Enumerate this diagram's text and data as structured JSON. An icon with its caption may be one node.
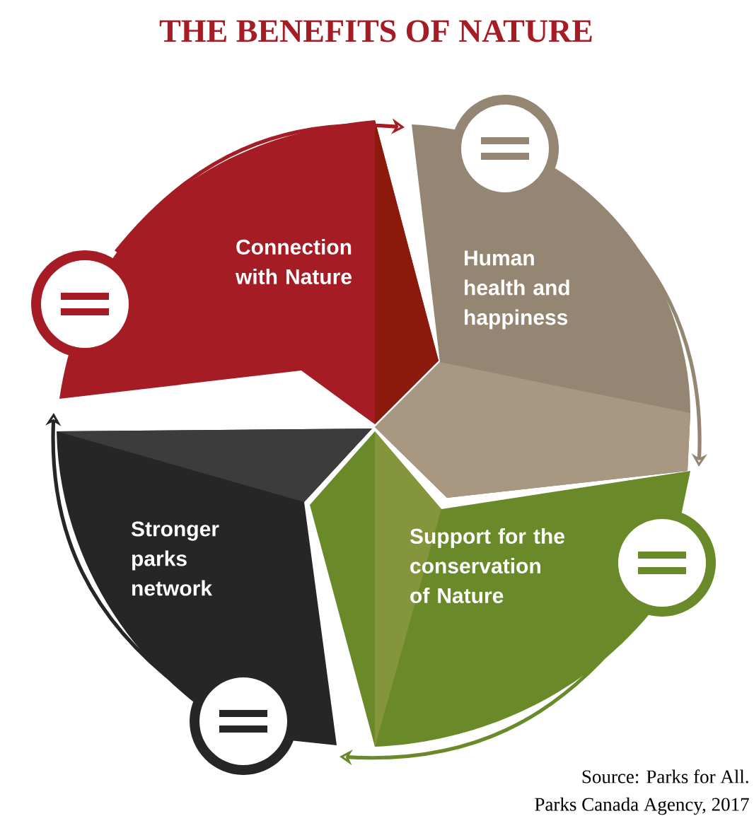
{
  "diagram": {
    "title": "THE BENEFITS OF NATURE",
    "nodes": [
      {
        "text": [
          "Connection with Nature"
        ]
      },
      {
        "text": [
          "Human health and happiness"
        ]
      },
      {
        "text": [
          "Support for the conservation of Nature"
        ]
      },
      {
        "text": [
          "Stronger parks network"
        ]
      }
    ],
    "edges": [
      {
        "from": 0,
        "to": 1,
        "arrow": "to",
        "color": "#a51c24"
      },
      {
        "from": 1,
        "to": 2,
        "arrow": "to",
        "color": "#948672"
      },
      {
        "from": 2,
        "to": 3,
        "arrow": "to",
        "color": "#6a8a2a"
      },
      {
        "from": 3,
        "to": 0,
        "arrow": "to",
        "color": "#262626"
      }
    ],
    "labels": [
      "Source: Parks for All.",
      "Parks Canada Agency, 2017"
    ]
  }
}
